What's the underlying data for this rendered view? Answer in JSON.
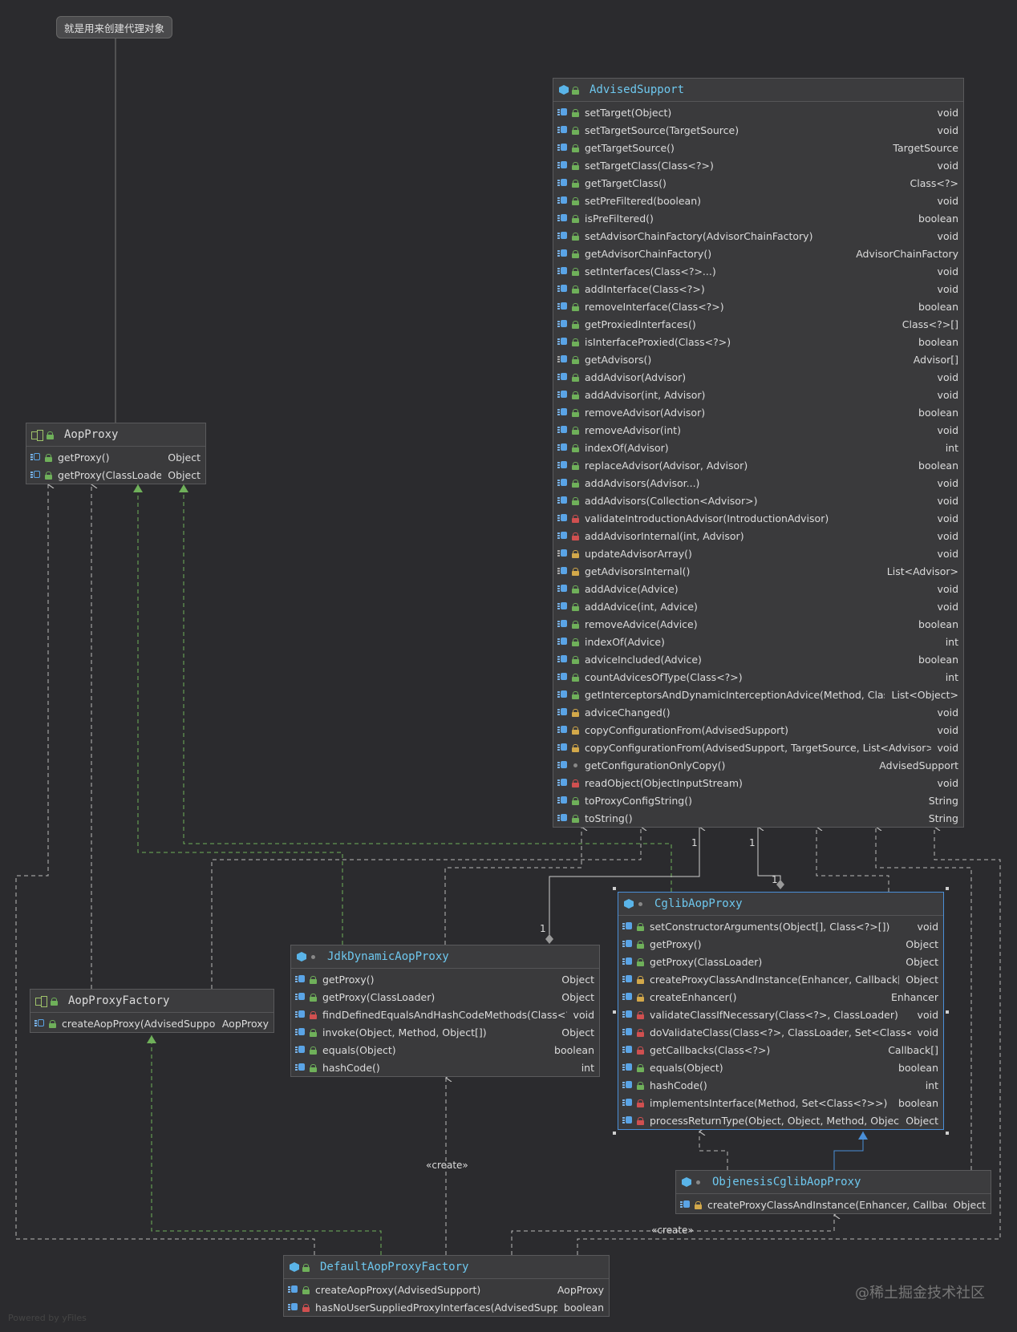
{
  "note": {
    "text": "就是用来创建代理对象"
  },
  "multiplicity": "1",
  "create_label": "«create»",
  "watermark": "@稀土掘金技术社区",
  "powered_by": "Powered by yFiles",
  "nodes": {
    "advised_support": {
      "title": "AdvisedSupport",
      "methods": [
        {
          "name": "setTarget(Object)",
          "ret": "void",
          "vis": "pub"
        },
        {
          "name": "setTargetSource(TargetSource)",
          "ret": "void",
          "vis": "pub"
        },
        {
          "name": "getTargetSource()",
          "ret": "TargetSource",
          "vis": "pub"
        },
        {
          "name": "setTargetClass(Class<?>)",
          "ret": "void",
          "vis": "pub"
        },
        {
          "name": "getTargetClass()",
          "ret": "Class<?>",
          "vis": "pub"
        },
        {
          "name": "setPreFiltered(boolean)",
          "ret": "void",
          "vis": "pub"
        },
        {
          "name": "isPreFiltered()",
          "ret": "boolean",
          "vis": "pub"
        },
        {
          "name": "setAdvisorChainFactory(AdvisorChainFactory)",
          "ret": "void",
          "vis": "pub"
        },
        {
          "name": "getAdvisorChainFactory()",
          "ret": "AdvisorChainFactory",
          "vis": "pub"
        },
        {
          "name": "setInterfaces(Class<?>...)",
          "ret": "void",
          "vis": "pub"
        },
        {
          "name": "addInterface(Class<?>)",
          "ret": "void",
          "vis": "pub"
        },
        {
          "name": "removeInterface(Class<?>)",
          "ret": "boolean",
          "vis": "pub"
        },
        {
          "name": "getProxiedInterfaces()",
          "ret": "Class<?>[]",
          "vis": "pub"
        },
        {
          "name": "isInterfaceProxied(Class<?>)",
          "ret": "boolean",
          "vis": "pub"
        },
        {
          "name": "getAdvisors()",
          "ret": "Advisor[]",
          "vis": "pub",
          "icon": "ovr"
        },
        {
          "name": "addAdvisor(Advisor)",
          "ret": "void",
          "vis": "pub"
        },
        {
          "name": "addAdvisor(int, Advisor)",
          "ret": "void",
          "vis": "pub"
        },
        {
          "name": "removeAdvisor(Advisor)",
          "ret": "boolean",
          "vis": "pub"
        },
        {
          "name": "removeAdvisor(int)",
          "ret": "void",
          "vis": "pub"
        },
        {
          "name": "indexOf(Advisor)",
          "ret": "int",
          "vis": "pub"
        },
        {
          "name": "replaceAdvisor(Advisor, Advisor)",
          "ret": "boolean",
          "vis": "pub"
        },
        {
          "name": "addAdvisors(Advisor...)",
          "ret": "void",
          "vis": "pub"
        },
        {
          "name": "addAdvisors(Collection<Advisor>)",
          "ret": "void",
          "vis": "pub"
        },
        {
          "name": "validateIntroductionAdvisor(IntroductionAdvisor)",
          "ret": "void",
          "vis": "priv"
        },
        {
          "name": "addAdvisorInternal(int, Advisor)",
          "ret": "void",
          "vis": "priv"
        },
        {
          "name": "updateAdvisorArray()",
          "ret": "void",
          "vis": "prot",
          "icon": "ovr"
        },
        {
          "name": "getAdvisorsInternal()",
          "ret": "List<Advisor>",
          "vis": "prot",
          "icon": "ovr"
        },
        {
          "name": "addAdvice(Advice)",
          "ret": "void",
          "vis": "pub"
        },
        {
          "name": "addAdvice(int, Advice)",
          "ret": "void",
          "vis": "pub"
        },
        {
          "name": "removeAdvice(Advice)",
          "ret": "boolean",
          "vis": "pub"
        },
        {
          "name": "indexOf(Advice)",
          "ret": "int",
          "vis": "pub"
        },
        {
          "name": "adviceIncluded(Advice)",
          "ret": "boolean",
          "vis": "pub"
        },
        {
          "name": "countAdvicesOfType(Class<?>)",
          "ret": "int",
          "vis": "pub"
        },
        {
          "name": "getInterceptorsAndDynamicInterceptionAdvice(Method, Class<?>)",
          "ret": "List<Object>",
          "vis": "pub"
        },
        {
          "name": "adviceChanged()",
          "ret": "void",
          "vis": "prot"
        },
        {
          "name": "copyConfigurationFrom(AdvisedSupport)",
          "ret": "void",
          "vis": "prot"
        },
        {
          "name": "copyConfigurationFrom(AdvisedSupport, TargetSource, List<Advisor>)",
          "ret": "void",
          "vis": "prot"
        },
        {
          "name": "getConfigurationOnlyCopy()",
          "ret": "AdvisedSupport",
          "vis": "pkg"
        },
        {
          "name": "readObject(ObjectInputStream)",
          "ret": "void",
          "vis": "priv"
        },
        {
          "name": "toProxyConfigString()",
          "ret": "String",
          "vis": "pub"
        },
        {
          "name": "toString()",
          "ret": "String",
          "vis": "pub"
        }
      ]
    },
    "aop_proxy": {
      "title": "AopProxy",
      "methods": [
        {
          "name": "getProxy()",
          "ret": "Object",
          "vis": "pub",
          "icon": "abs"
        },
        {
          "name": "getProxy(ClassLoader)",
          "ret": "Object",
          "vis": "pub",
          "icon": "abs"
        }
      ]
    },
    "aop_proxy_factory": {
      "title": "AopProxyFactory",
      "methods": [
        {
          "name": "createAopProxy(AdvisedSupport)",
          "ret": "AopProxy",
          "vis": "pub",
          "icon": "abs"
        }
      ]
    },
    "jdk_dynamic_aop_proxy": {
      "title": "JdkDynamicAopProxy",
      "methods": [
        {
          "name": "getProxy()",
          "ret": "Object",
          "vis": "pub"
        },
        {
          "name": "getProxy(ClassLoader)",
          "ret": "Object",
          "vis": "pub"
        },
        {
          "name": "findDefinedEqualsAndHashCodeMethods(Class<?>[])",
          "ret": "void",
          "vis": "priv"
        },
        {
          "name": "invoke(Object, Method, Object[])",
          "ret": "Object",
          "vis": "pub"
        },
        {
          "name": "equals(Object)",
          "ret": "boolean",
          "vis": "pub"
        },
        {
          "name": "hashCode()",
          "ret": "int",
          "vis": "pub"
        }
      ]
    },
    "cglib_aop_proxy": {
      "title": "CglibAopProxy",
      "methods": [
        {
          "name": "setConstructorArguments(Object[], Class<?>[])",
          "ret": "void",
          "vis": "pub"
        },
        {
          "name": "getProxy()",
          "ret": "Object",
          "vis": "pub"
        },
        {
          "name": "getProxy(ClassLoader)",
          "ret": "Object",
          "vis": "pub"
        },
        {
          "name": "createProxyClassAndInstance(Enhancer, Callback[])",
          "ret": "Object",
          "vis": "prot"
        },
        {
          "name": "createEnhancer()",
          "ret": "Enhancer",
          "vis": "prot"
        },
        {
          "name": "validateClassIfNecessary(Class<?>, ClassLoader)",
          "ret": "void",
          "vis": "priv"
        },
        {
          "name": "doValidateClass(Class<?>, ClassLoader, Set<Class<?>>)",
          "ret": "void",
          "vis": "priv"
        },
        {
          "name": "getCallbacks(Class<?>)",
          "ret": "Callback[]",
          "vis": "priv"
        },
        {
          "name": "equals(Object)",
          "ret": "boolean",
          "vis": "pub"
        },
        {
          "name": "hashCode()",
          "ret": "int",
          "vis": "pub"
        },
        {
          "name": "implementsInterface(Method, Set<Class<?>>)",
          "ret": "boolean",
          "vis": "priv"
        },
        {
          "name": "processReturnType(Object, Object, Method, Object)",
          "ret": "Object",
          "vis": "priv"
        }
      ]
    },
    "objenesis_cglib_aop_proxy": {
      "title": "ObjenesisCglibAopProxy",
      "methods": [
        {
          "name": "createProxyClassAndInstance(Enhancer, Callback[])",
          "ret": "Object",
          "vis": "prot"
        }
      ]
    },
    "default_aop_proxy_factory": {
      "title": "DefaultAopProxyFactory",
      "methods": [
        {
          "name": "createAopProxy(AdvisedSupport)",
          "ret": "AopProxy",
          "vis": "pub"
        },
        {
          "name": "hasNoUserSuppliedProxyInterfaces(AdvisedSupport)",
          "ret": "boolean",
          "vis": "priv"
        }
      ]
    }
  }
}
